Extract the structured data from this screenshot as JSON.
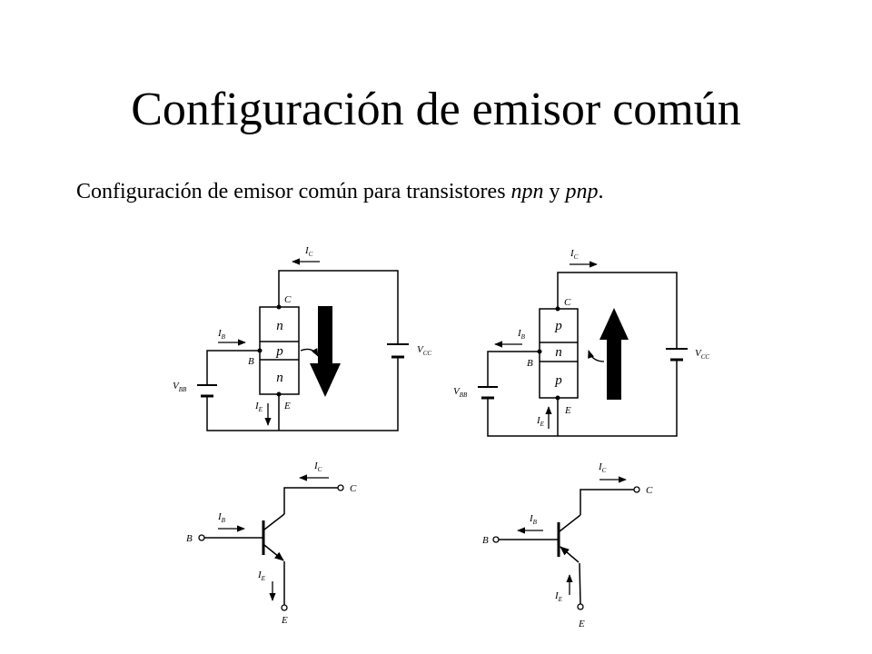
{
  "title": "Configuración de emisor común",
  "subtitle": {
    "prefix": "Configuración  de emisor común para transistores ",
    "npn": "npn",
    "mid": " y ",
    "pnp": "pnp",
    "suffix": "."
  },
  "labels": {
    "I": "I",
    "C": "C",
    "B": "B",
    "E": "E",
    "V": "V",
    "sub_C": "C",
    "sub_B": "B",
    "sub_E": "E",
    "sub_CC": "CC",
    "sub_BB": "BB"
  },
  "npn_regions": [
    "n",
    "p",
    "n"
  ],
  "pnp_regions": [
    "p",
    "n",
    "p"
  ]
}
